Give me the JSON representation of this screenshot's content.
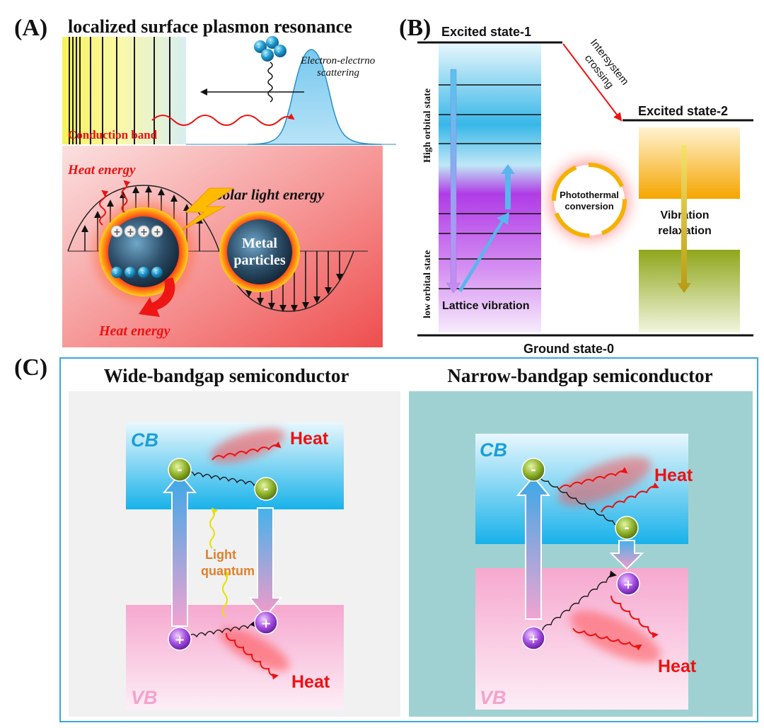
{
  "panel_a": {
    "label": "(A)",
    "title": "localized surface plasmon resonance",
    "scattering_line1": "Electron-electrno",
    "scattering_line2": "scattering",
    "conduction_band": "Conduction band",
    "heat_energy_top": "Heat energy",
    "solar_light_energy": "Solar light energy",
    "metal_line1": "Metal",
    "metal_line2": "particles",
    "heat_energy_bottom": "Heat energy"
  },
  "panel_b": {
    "label": "(B)",
    "excited_state_1": "Excited state-1",
    "intersystem_line1": "Intersystem",
    "intersystem_line2": "crossing",
    "excited_state_2": "Excited state-2",
    "high_orbital_state": "High orbital state",
    "low_orbital_state": "low orbital state",
    "photothermal_line1": "Photothermal",
    "photothermal_line2": "conversion",
    "vibration_line1": "Vibration",
    "vibration_line2": "relaxation",
    "lattice_vibration": "Lattice vibration",
    "ground_state": "Ground state-0"
  },
  "panel_c": {
    "label": "(C)",
    "wide_title": "Wide-bandgap semiconductor",
    "narrow_title": "Narrow-bandgap semiconductor",
    "cb": "CB",
    "vb": "VB",
    "heat": "Heat",
    "light_line1": "Light",
    "light_line2": "quantum",
    "minus": "-",
    "plus": "+"
  },
  "colors": {
    "heat_red": "#ee1111",
    "cb_blue": "#2aa6e0",
    "vb_pink": "#f07ab6",
    "frame_blue": "#3aa8dc",
    "light_orange": "#e0802a",
    "narrow_bg": "#9fd1d2",
    "wide_bg": "#f1f1f1"
  }
}
